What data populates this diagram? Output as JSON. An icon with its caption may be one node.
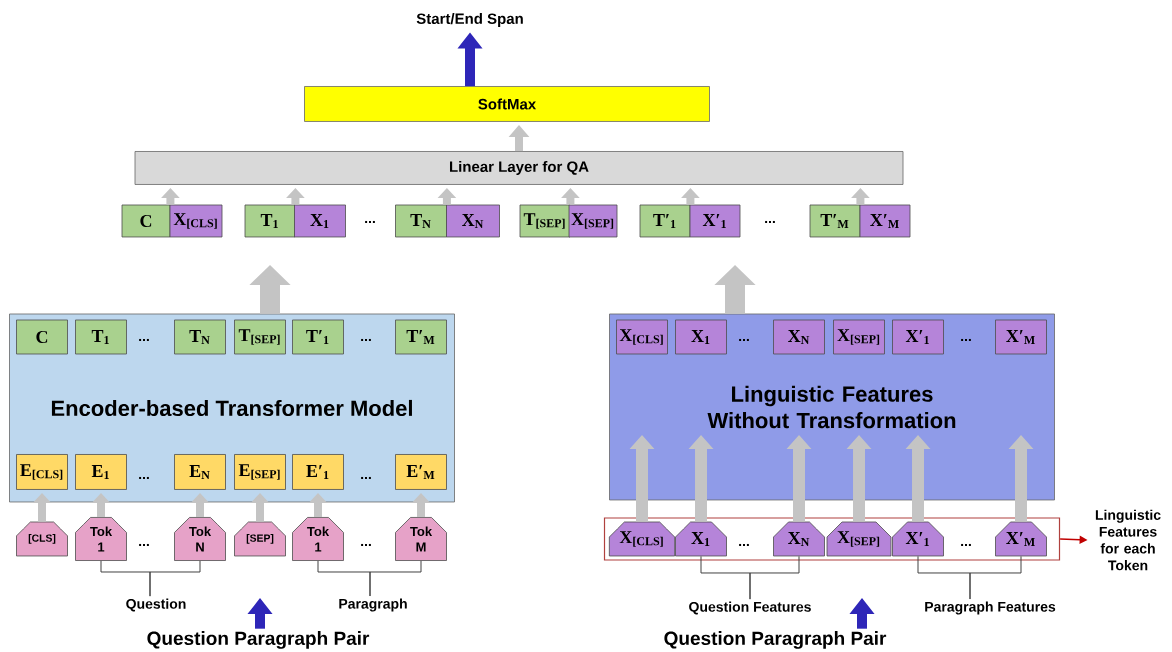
{
  "diagram": {
    "nodes": [
      {
        "text": [
          "Start/End Span"
        ]
      },
      {
        "text": [
          "SoftMax"
        ]
      },
      {
        "text": [
          "Linear Layer for QA"
        ]
      },
      {
        "text": [
          "C"
        ]
      },
      {
        "text": [
          "X$_{[CLS]}$"
        ]
      },
      {
        "text": [
          "T$_{1}$"
        ]
      },
      {
        "text": [
          "X$_{1}$"
        ]
      },
      {
        "text": [
          "T$_{N}$"
        ]
      },
      {
        "text": [
          "X$_{N}$"
        ]
      },
      {
        "text": [
          "T$_{[SEP]}$"
        ]
      },
      {
        "text": [
          "X$_{[SEP]}$"
        ]
      },
      {
        "text": [
          "T′$_{1}$"
        ]
      },
      {
        "text": [
          "X′$_{1}$"
        ]
      },
      {
        "text": [
          "T′$_{M}$"
        ]
      },
      {
        "text": [
          "X′$_{M}$"
        ]
      },
      {
        "text": [
          "Encoder-based Transformer Model"
        ]
      },
      {
        "text": [
          "C"
        ],
        "in": 15
      },
      {
        "text": [
          "T$_{1}$"
        ],
        "in": 15
      },
      {
        "text": [
          "T$_{N}$"
        ],
        "in": 15
      },
      {
        "text": [
          "T$_{[SEP]}$"
        ],
        "in": 15
      },
      {
        "text": [
          "T′$_{1}$"
        ],
        "in": 15
      },
      {
        "text": [
          "T′$_{M}$"
        ],
        "in": 15
      },
      {
        "text": [
          "E$_{[CLS]}$"
        ],
        "in": 15
      },
      {
        "text": [
          "E$_{1}$"
        ],
        "in": 15
      },
      {
        "text": [
          "E$_{N}$"
        ],
        "in": 15
      },
      {
        "text": [
          "E$_{[SEP]}$"
        ],
        "in": 15
      },
      {
        "text": [
          "E′$_{1}$"
        ],
        "in": 15
      },
      {
        "text": [
          "E′$_{M}$"
        ],
        "in": 15
      },
      {
        "text": [
          "[CLS]"
        ]
      },
      {
        "text": [
          "Tok 1"
        ]
      },
      {
        "text": [
          "Tok N"
        ]
      },
      {
        "text": [
          "[SEP]"
        ]
      },
      {
        "text": [
          "Tok 1"
        ]
      },
      {
        "text": [
          "Tok M"
        ]
      },
      {
        "text": [
          "Question"
        ]
      },
      {
        "text": [
          "Paragraph"
        ]
      },
      {
        "text": [
          "Question Paragraph Pair"
        ]
      },
      {
        "text": [
          "Linguistic Features Without Transformation"
        ]
      },
      {
        "text": [
          "X$_{[CLS]}$"
        ],
        "in": 37
      },
      {
        "text": [
          "X$_{1}$"
        ],
        "in": 37
      },
      {
        "text": [
          "X$_{N}$"
        ],
        "in": 37
      },
      {
        "text": [
          "X$_{[SEP]}$"
        ],
        "in": 37
      },
      {
        "text": [
          "X′$_{1}$"
        ],
        "in": 37
      },
      {
        "text": [
          "X′$_{M}$"
        ],
        "in": 37
      },
      {
        "text": [],
        "shape": "box"
      },
      {
        "text": [
          "X$_{[CLS]}$"
        ],
        "in": 44
      },
      {
        "text": [
          "X$_{1}$"
        ],
        "in": 44
      },
      {
        "text": [
          "X$_{N}$"
        ],
        "in": 44
      },
      {
        "text": [
          "X$_{[SEP]}$"
        ],
        "in": 44
      },
      {
        "text": [
          "X′$_{1}$"
        ],
        "in": 44
      },
      {
        "text": [
          "X′$_{M}$"
        ],
        "in": 44
      },
      {
        "text": [
          "Linguistic Features for each Token"
        ]
      },
      {
        "text": [
          "Question Features"
        ]
      },
      {
        "text": [
          "Paragraph Features"
        ]
      },
      {
        "text": [
          "Question Paragraph Pair"
        ]
      }
    ],
    "edges": [
      {
        "from": 1,
        "to": 0,
        "arrow": "to",
        "color": "#2e26b8"
      },
      {
        "from": 2,
        "to": 1,
        "arrow": "to"
      },
      {
        "from": 3,
        "to": 2,
        "arrow": "to"
      },
      {
        "from": 5,
        "to": 2,
        "arrow": "to"
      },
      {
        "from": 7,
        "to": 2,
        "arrow": "to"
      },
      {
        "from": 9,
        "to": 2,
        "arrow": "to"
      },
      {
        "from": 11,
        "to": 2,
        "arrow": "to"
      },
      {
        "from": 13,
        "to": 2,
        "arrow": "to"
      },
      {
        "from": 15,
        "to": null,
        "arrow": "to",
        "style": "thick"
      },
      {
        "from": 37,
        "to": null,
        "arrow": "to",
        "style": "thick"
      },
      {
        "from": 28,
        "to": 22,
        "arrow": "to"
      },
      {
        "from": 29,
        "to": 23,
        "arrow": "to"
      },
      {
        "from": 30,
        "to": 24,
        "arrow": "to"
      },
      {
        "from": 31,
        "to": 25,
        "arrow": "to"
      },
      {
        "from": 32,
        "to": 26,
        "arrow": "to"
      },
      {
        "from": 33,
        "to": 27,
        "arrow": "to"
      },
      {
        "from": 29,
        "to": 34,
        "arrow": "none",
        "color": "#404040"
      },
      {
        "from": 30,
        "to": 34,
        "arrow": "none",
        "color": "#404040"
      },
      {
        "from": 32,
        "to": 35,
        "arrow": "none",
        "color": "#404040"
      },
      {
        "from": 33,
        "to": 35,
        "arrow": "none",
        "color": "#404040"
      },
      {
        "from": 45,
        "to": null,
        "arrow": "to"
      },
      {
        "from": 46,
        "to": null,
        "arrow": "to"
      },
      {
        "from": 47,
        "to": null,
        "arrow": "to"
      },
      {
        "from": 48,
        "to": null,
        "arrow": "to"
      },
      {
        "from": 49,
        "to": null,
        "arrow": "to"
      },
      {
        "from": 50,
        "to": null,
        "arrow": "to"
      },
      {
        "from": 46,
        "to": 52,
        "arrow": "none",
        "color": "#404040"
      },
      {
        "from": 47,
        "to": 52,
        "arrow": "none",
        "color": "#404040"
      },
      {
        "from": 49,
        "to": 53,
        "arrow": "none",
        "color": "#404040"
      },
      {
        "from": 50,
        "to": 53,
        "arrow": "none",
        "color": "#404040"
      },
      {
        "from": 44,
        "to": 51,
        "arrow": "to",
        "color": "#c00000"
      },
      {
        "from": 36,
        "to": null,
        "arrow": "to",
        "color": "#2e26b8"
      },
      {
        "from": 54,
        "to": null,
        "arrow": "to",
        "color": "#2e26b8"
      }
    ],
    "labels": [
      "...",
      "...",
      "...",
      "...",
      "...",
      "...",
      "...",
      "...",
      "...",
      "...",
      "...",
      "..."
    ]
  }
}
